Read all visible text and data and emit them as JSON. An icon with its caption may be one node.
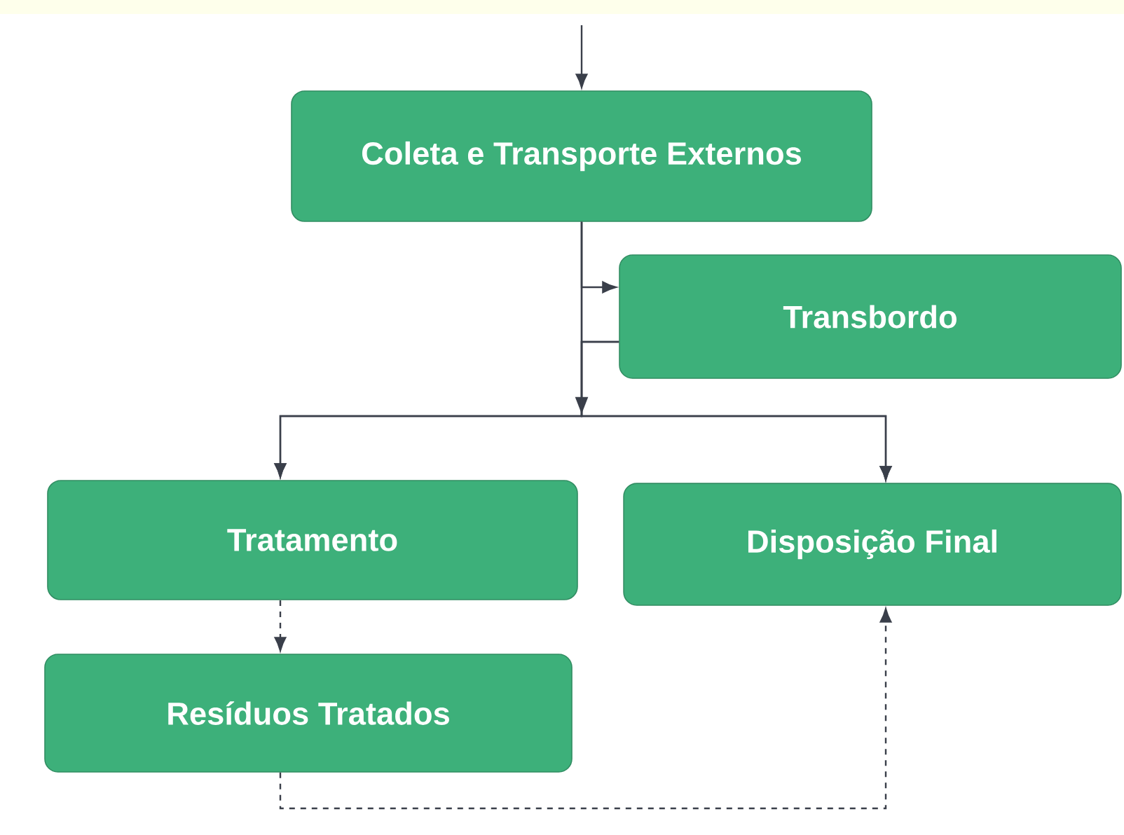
{
  "diagram": {
    "nodes": [
      {
        "text": [
          "Coleta e Transporte Externos"
        ]
      },
      {
        "text": [
          "Transbordo"
        ]
      },
      {
        "text": [
          "Tratamento"
        ]
      },
      {
        "text": [
          "Disposição Final"
        ]
      },
      {
        "text": [
          "Resíduos Tratados"
        ]
      }
    ],
    "edges": [
      {
        "from": null,
        "to": 0,
        "arrow": "to"
      },
      {
        "from": 0,
        "to": 1,
        "arrow": "to"
      },
      {
        "from": 1,
        "to": 2,
        "arrow": "to"
      },
      {
        "from": 1,
        "to": 3,
        "arrow": "to"
      },
      {
        "from": 0,
        "to": 2,
        "arrow": "to"
      },
      {
        "from": 0,
        "to": 3,
        "arrow": "to"
      },
      {
        "from": 2,
        "to": 4,
        "arrow": "to",
        "style": "dashed"
      },
      {
        "from": 4,
        "to": 3,
        "arrow": "to",
        "style": "dashed"
      }
    ]
  }
}
